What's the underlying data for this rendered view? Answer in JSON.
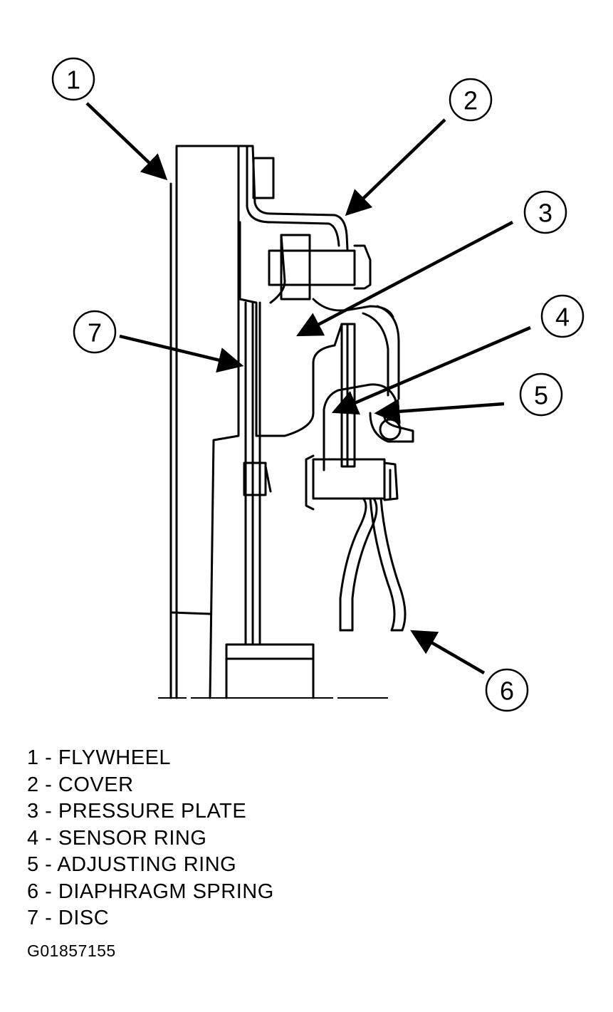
{
  "callouts": [
    "1",
    "2",
    "3",
    "4",
    "5",
    "6",
    "7"
  ],
  "legend": [
    {
      "num": "1",
      "text": "1 - FLYWHEEL"
    },
    {
      "num": "2",
      "text": "2 - COVER"
    },
    {
      "num": "3",
      "text": "3 - PRESSURE PLATE"
    },
    {
      "num": "4",
      "text": "4 - SENSOR RING"
    },
    {
      "num": "5",
      "text": "5 - ADJUSTING RING"
    },
    {
      "num": "6",
      "text": "6 - DIAPHRAGM SPRING"
    },
    {
      "num": "7",
      "text": "7 - DISC"
    }
  ],
  "figure_code": "G01857155"
}
